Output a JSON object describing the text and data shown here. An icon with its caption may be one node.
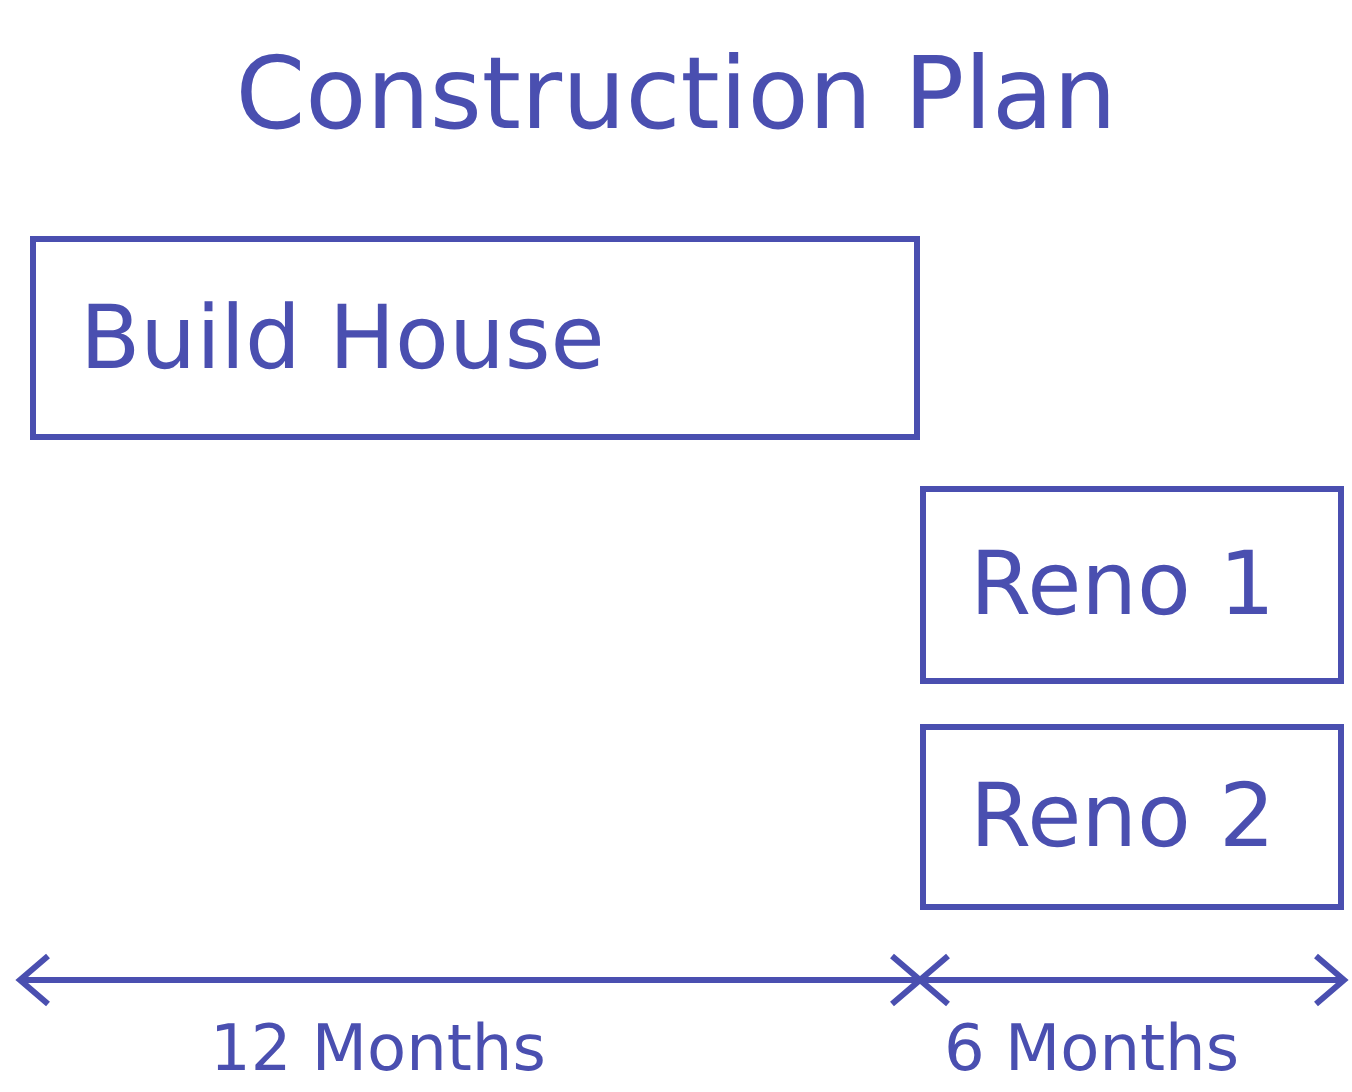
{
  "diagram": {
    "title": "Construction Plan",
    "nodes": [
      {
        "text": [
          "Build House"
        ]
      },
      {
        "text": [
          "Reno 1"
        ]
      },
      {
        "text": [
          "Reno 2"
        ]
      }
    ],
    "labels": [
      "12 Months",
      "6 Months"
    ]
  }
}
